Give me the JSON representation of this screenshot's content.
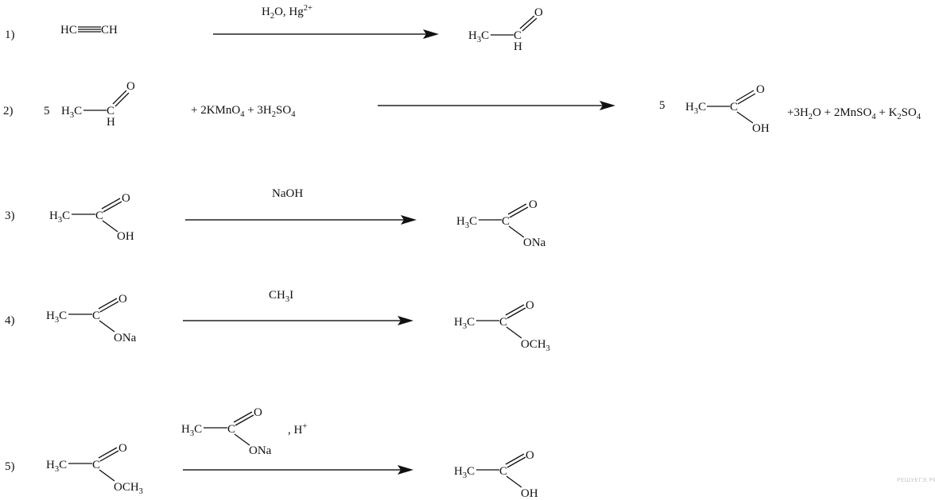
{
  "reactions": [
    {
      "label": "1)",
      "reactants": [
        {
          "coef": "",
          "formula": "HC≡CH",
          "name": "acetylene"
        }
      ],
      "conditions": "H2O, Hg2+",
      "products": [
        {
          "coef": "",
          "formula": "CH3CHO",
          "name": "acetaldehyde"
        }
      ],
      "byproducts": ""
    },
    {
      "label": "2)",
      "reactants": [
        {
          "coef": "5",
          "formula": "CH3CHO",
          "name": "acetaldehyde"
        }
      ],
      "reagents_text": "+ 2KMnO4 + 3H2SO4",
      "conditions": "",
      "products": [
        {
          "coef": "5",
          "formula": "CH3COOH",
          "name": "acetic acid"
        }
      ],
      "byproducts": "+3H2O + 2MnSO4 + K2SO4"
    },
    {
      "label": "3)",
      "reactants": [
        {
          "coef": "",
          "formula": "CH3COOH",
          "name": "acetic acid"
        }
      ],
      "conditions": "NaOH",
      "products": [
        {
          "coef": "",
          "formula": "CH3COONa",
          "name": "sodium acetate"
        }
      ],
      "byproducts": ""
    },
    {
      "label": "4)",
      "reactants": [
        {
          "coef": "",
          "formula": "CH3COONa",
          "name": "sodium acetate"
        }
      ],
      "conditions": "CH3I",
      "products": [
        {
          "coef": "",
          "formula": "CH3COOCH3",
          "name": "methyl acetate"
        }
      ],
      "byproducts": ""
    },
    {
      "label": "5)",
      "reactants": [
        {
          "coef": "",
          "formula": "CH3COOCH3",
          "name": "methyl acetate"
        }
      ],
      "conditions": "CH3COONa, H+",
      "products": [
        {
          "coef": "",
          "formula": "CH3COOH",
          "name": "acetic acid"
        }
      ],
      "byproducts": ""
    }
  ],
  "text": {
    "r1_label": "1)",
    "r1_reactant_hc": "HC",
    "r1_reactant_ch": "CH",
    "r1_cond_h": "H",
    "r1_cond_2": "2",
    "r1_cond_o": "O, Hg",
    "r1_cond_charge": "2+",
    "r2_label": "2)",
    "r2_coef_left": "5",
    "r2_reagents_plus1": "+ 2KMnO",
    "r2_reagents_sub4": "4",
    "r2_reagents_plus2": " + 3H",
    "r2_reagents_sub2": "2",
    "r2_reagents_so": "SO",
    "r2_reagents_sub4b": "4",
    "r2_coef_right": "5",
    "r2_byp_1": "+3H",
    "r2_byp_sub2": "2",
    "r2_byp_2": "O + 2MnSO",
    "r2_byp_sub4": "4",
    "r2_byp_3": " + K",
    "r2_byp_sub2b": "2",
    "r2_byp_4": "SO",
    "r2_byp_sub4b": "4",
    "r3_label": "3)",
    "r3_cond": "NaOH",
    "r4_label": "4)",
    "r4_cond_ch": "CH",
    "r4_cond_3": "3",
    "r4_cond_i": "I",
    "r5_label": "5)",
    "r5_cond_h": ", H",
    "r5_cond_plus": "+",
    "atom_h3c_h": "H",
    "atom_h3c_3": "3",
    "atom_h3c_c": "C",
    "atom_c": "C",
    "atom_o": "O",
    "atom_h": "H",
    "atom_oh": "OH",
    "atom_ona": "ONa",
    "atom_och": "OCH",
    "atom_och_3": "3",
    "watermark": "РЕШУЕГЭ.РФ"
  }
}
